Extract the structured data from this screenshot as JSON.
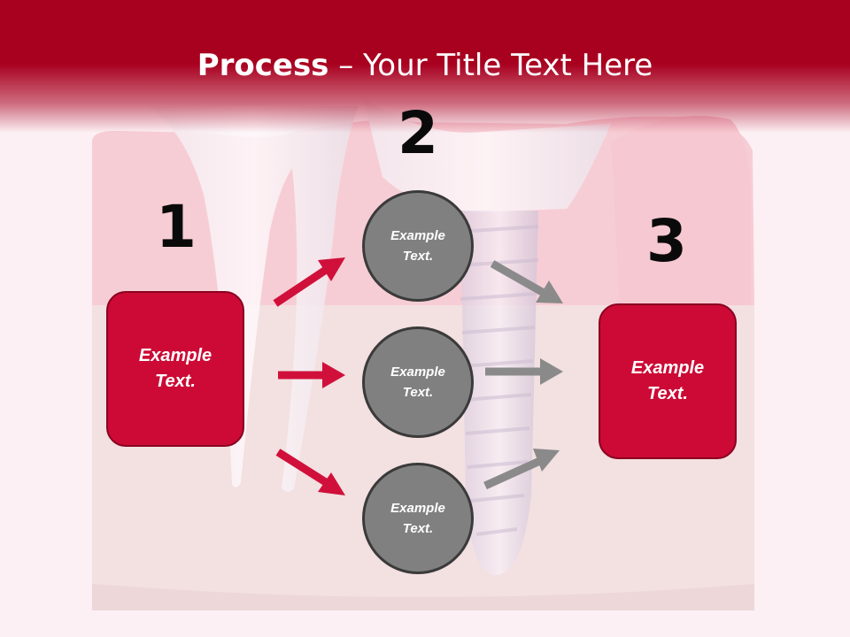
{
  "title": {
    "bold_part": "Process",
    "rest": " – Your Title Text Here"
  },
  "steps": [
    {
      "number": "1",
      "label": "Example\nText."
    },
    {
      "number": "2",
      "items": [
        "Example\nText.",
        "Example\nText.",
        "Example\nText."
      ]
    },
    {
      "number": "3",
      "label": "Example\nText."
    }
  ],
  "colors": {
    "title_band": "#a8001f",
    "box_fill": "#cc0a35",
    "circle_fill": "#808080",
    "red_arrow": "#d0103a",
    "gray_arrow": "#8a8a8a"
  }
}
